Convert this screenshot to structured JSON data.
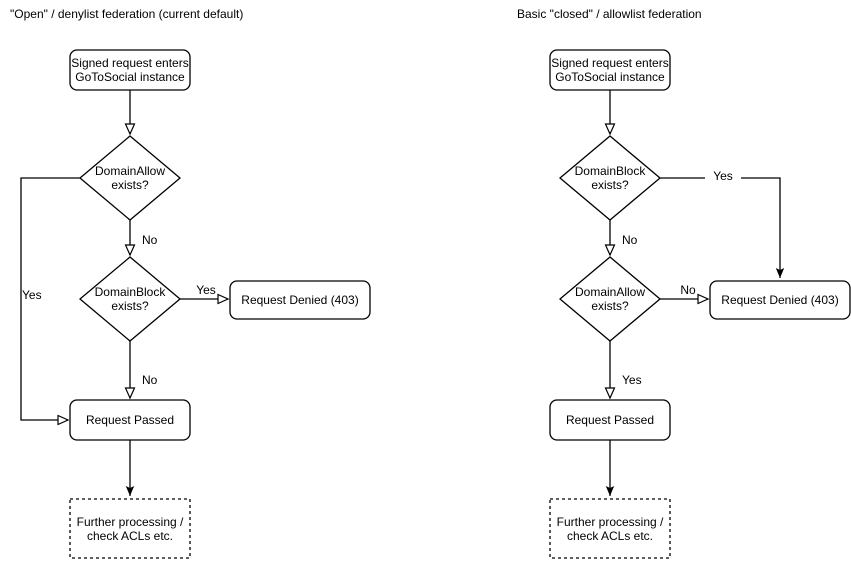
{
  "colors": {
    "stroke": "#000000",
    "node_fill": "#ffffff",
    "text": "#000000",
    "background": "#ffffff"
  },
  "charts": [
    {
      "title": "\"Open\" / denylist federation (current default)",
      "nodes": {
        "start": {
          "line1": "Signed request enters",
          "line2": "GoToSocial instance"
        },
        "decision1": {
          "line1": "DomainAllow",
          "line2": "exists?"
        },
        "decision2": {
          "line1": "DomainBlock",
          "line2": "exists?"
        },
        "denied": {
          "label": "Request Denied (403)"
        },
        "passed": {
          "label": "Request Passed"
        },
        "further": {
          "line1": "Further processing /",
          "line2": "check ACLs etc."
        }
      },
      "edges": {
        "decision1_branch": "Yes",
        "decision1_down": "No",
        "decision2_branch": "Yes",
        "decision2_down": "No"
      }
    },
    {
      "title": "Basic \"closed\" / allowlist federation",
      "nodes": {
        "start": {
          "line1": "Signed request enters",
          "line2": "GoToSocial instance"
        },
        "decision1": {
          "line1": "DomainBlock",
          "line2": "exists?"
        },
        "decision2": {
          "line1": "DomainAllow",
          "line2": "exists?"
        },
        "denied": {
          "label": "Request Denied (403)"
        },
        "passed": {
          "label": "Request Passed"
        },
        "further": {
          "line1": "Further processing /",
          "line2": "check ACLs etc."
        }
      },
      "edges": {
        "decision1_branch": "Yes",
        "decision1_down": "No",
        "decision2_branch": "No",
        "decision2_down": "Yes"
      }
    }
  ]
}
